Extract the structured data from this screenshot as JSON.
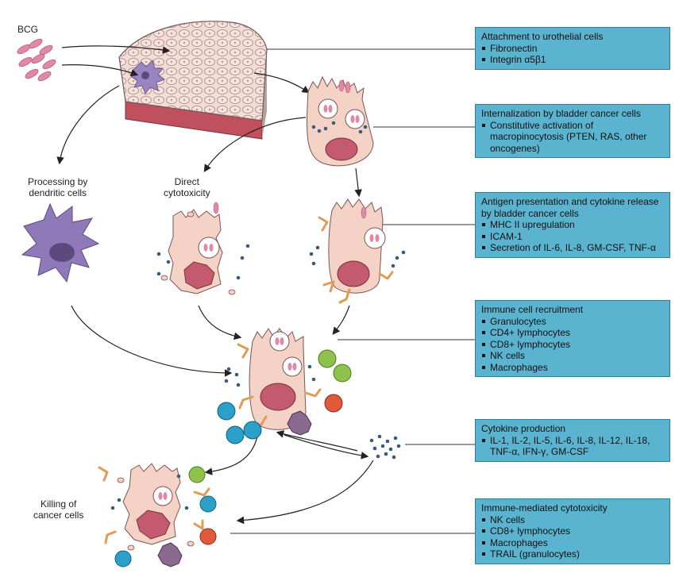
{
  "labels": {
    "bcg": "BCG",
    "dendritic": [
      "Processing by",
      "dendritic cells"
    ],
    "direct": [
      "Direct",
      "cytotoxicity"
    ],
    "killing": [
      "Killing of",
      "cancer cells"
    ]
  },
  "boxes": [
    {
      "title": "Attachment to urothelial cells",
      "items": [
        "Fibronectin",
        "Integrin α5β1"
      ]
    },
    {
      "title": "Internalization by bladder cancer cells",
      "items": [
        "Constitutive activation of macropinocytosis (PTEN, RAS, other oncogenes)"
      ]
    },
    {
      "title": "Antigen presentation and cytokine release by bladder cancer cells",
      "items": [
        "MHC II upregulation",
        "ICAM-1",
        "Secretion of IL-6, IL-8, GM-CSF, TNF-α"
      ]
    },
    {
      "title": "Immune cell recruitment",
      "items": [
        "Granulocytes",
        "CD4+ lymphocytes",
        "CD8+ lymphocytes",
        "NK cells",
        "Macrophages"
      ]
    },
    {
      "title": "Cytokine production",
      "items": [
        "IL-1, IL-2, IL-5, IL-6, IL-8, IL-12, IL-18, TNF-α, IFN-γ, GM-CSF"
      ]
    },
    {
      "title": "Immune-mediated cytotoxicity",
      "items": [
        "NK cells",
        "CD8+ lymphocytes",
        "Macrophages",
        "TRAIL (granulocytes)"
      ]
    }
  ],
  "colors": {
    "box_fill": "#5ab3cf",
    "cell_fill": "#f4d2c6",
    "nucleus": "#c45a6e",
    "bcg": "#e089a4",
    "dendritic": "#8f79b8",
    "receptor": "#e39a54",
    "tcell_blue": "#2ba0c8",
    "granulocyte_green": "#8fc24a",
    "nk_red": "#e05a3a",
    "macrophage": "#8a6a8e",
    "cytokine": "#3b5b7e"
  }
}
